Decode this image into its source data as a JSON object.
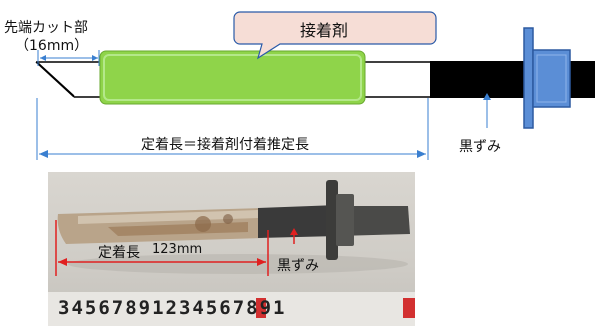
{
  "diagram": {
    "tip_cut_label": "先端カット部",
    "tip_cut_size": "（16mm）",
    "adhesive_label": "接着剤",
    "anchorage_label": "定着長＝接着剤付着推定長",
    "black_stain_label": "黒ずみ"
  },
  "photo": {
    "anchorage_label": "定着長",
    "anchorage_value": "123mm",
    "black_stain_label": "黒ずみ",
    "ruler_digits": "34567891234567891"
  },
  "colors": {
    "adhesive_fill": "#8fd44a",
    "dimension_line": "#3a7fd0",
    "photo_mark": "#e02020",
    "bolt_body": "#000000",
    "nut_fill": "#5b8ed6"
  }
}
